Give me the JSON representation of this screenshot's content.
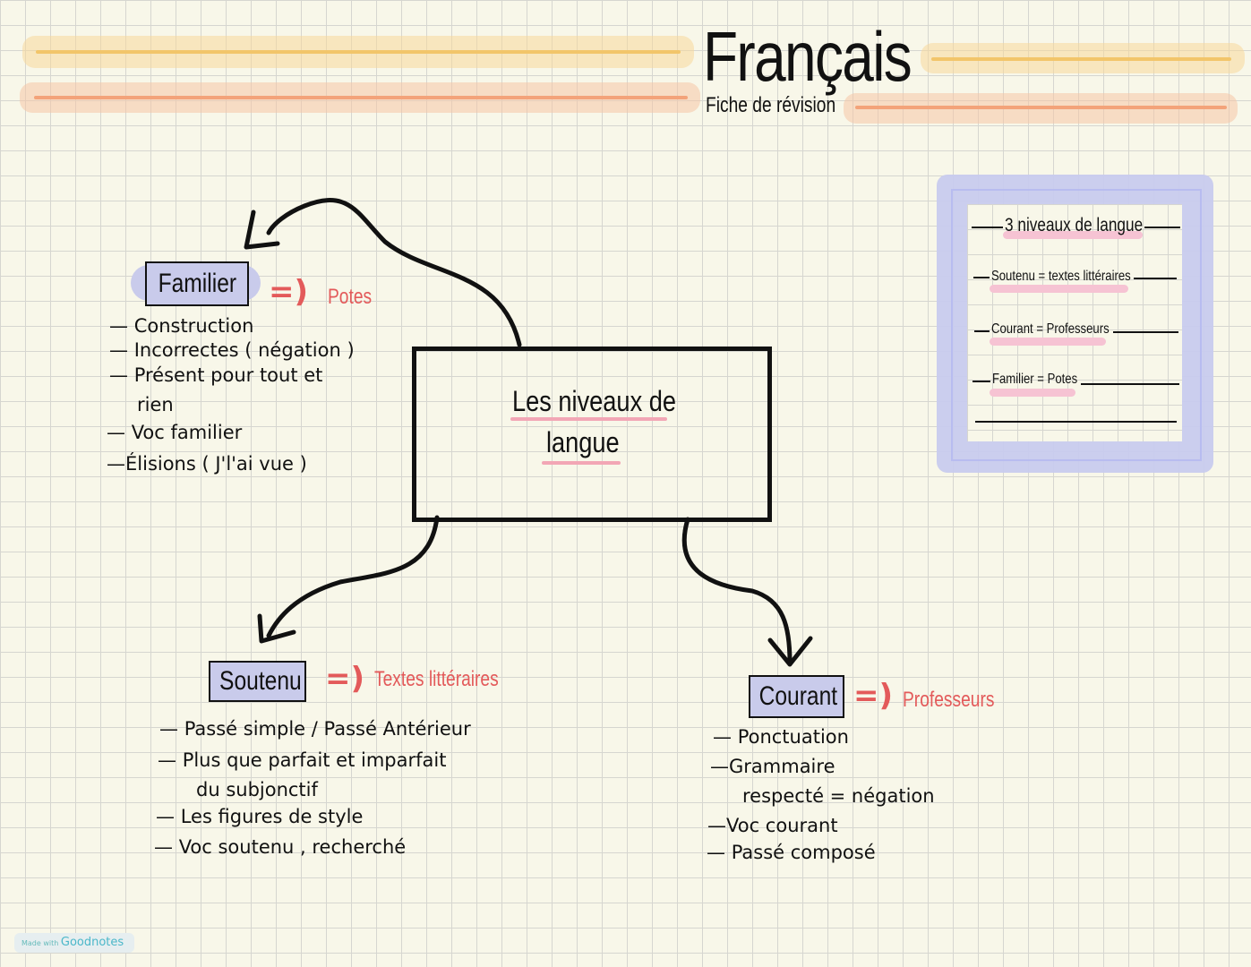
{
  "header": {
    "title": "Français",
    "subtitle": "Fiche de révision"
  },
  "central": {
    "line1": "Les niveaux de",
    "line2": "langue"
  },
  "familier": {
    "label": "Familier",
    "arrow": "=)",
    "meaning": "Potes",
    "items": [
      "Construction",
      "Incorrectes ( négation )",
      "Présent pour tout et",
      "rien",
      "Voc familier",
      "Élisions ( J'l'ai vue )"
    ]
  },
  "soutenu": {
    "label": "Soutenu",
    "arrow": "=)",
    "meaning": "Textes littéraires",
    "items": [
      "Passé simple / Passé Antérieur",
      "Plus que parfait et imparfait",
      "du subjonctif",
      "Les figures de style",
      "Voc soutenu , recherché"
    ]
  },
  "courant": {
    "label": "Courant",
    "arrow": "=)",
    "meaning": "Professeurs",
    "items": [
      "Ponctuation",
      "Grammaire",
      "respecté = négation",
      "Voc courant",
      "Passé composé"
    ]
  },
  "legend": {
    "title": "3  niveaux de langue",
    "rows": [
      "Soutenu = textes littéraires",
      "Courant = Professeurs",
      "Familier = Potes"
    ]
  },
  "badge": {
    "prefix": "Made with",
    "brand": "Goodnotes"
  },
  "colors": {
    "accent_red": "#e35a5a",
    "highlight_pink": "#f2a6b5",
    "box_lavender": "#c9cbeb",
    "orange": "#f5b98a",
    "yellow": "#f6d88c"
  }
}
